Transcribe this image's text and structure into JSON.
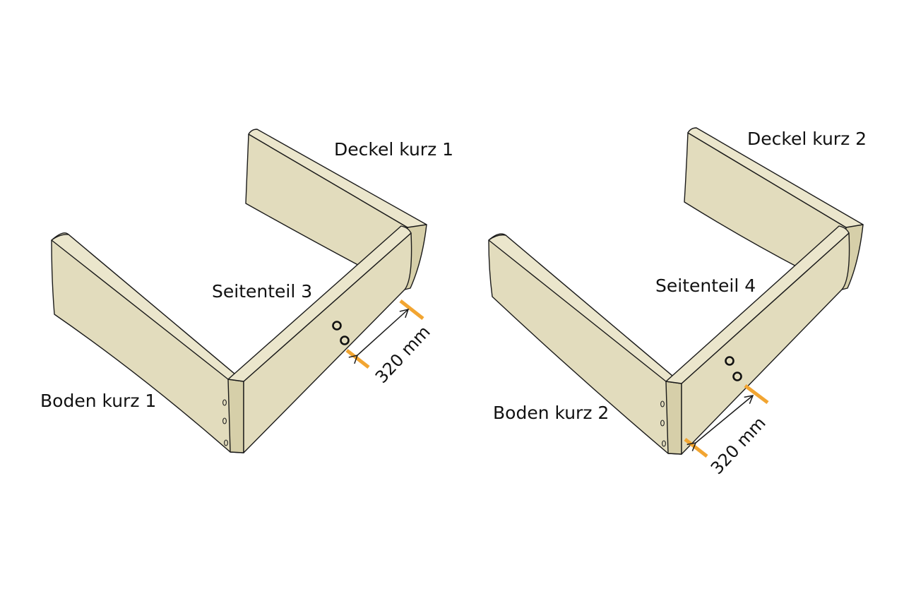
{
  "colors": {
    "wood": "#e2dcbd",
    "wood_top": "#ebe6cc",
    "wood_side": "#d6cfa9",
    "accent": "#f2a531"
  },
  "left": {
    "deckel_label": "Deckel kurz 1",
    "seitenteil_label": "Seitenteil 3",
    "boden_label": "Boden kurz 1",
    "dimension_label": "320 mm"
  },
  "right": {
    "deckel_label": "Deckel kurz 2",
    "seitenteil_label": "Seitenteil 4",
    "boden_label": "Boden kurz 2",
    "dimension_label": "320 mm"
  }
}
